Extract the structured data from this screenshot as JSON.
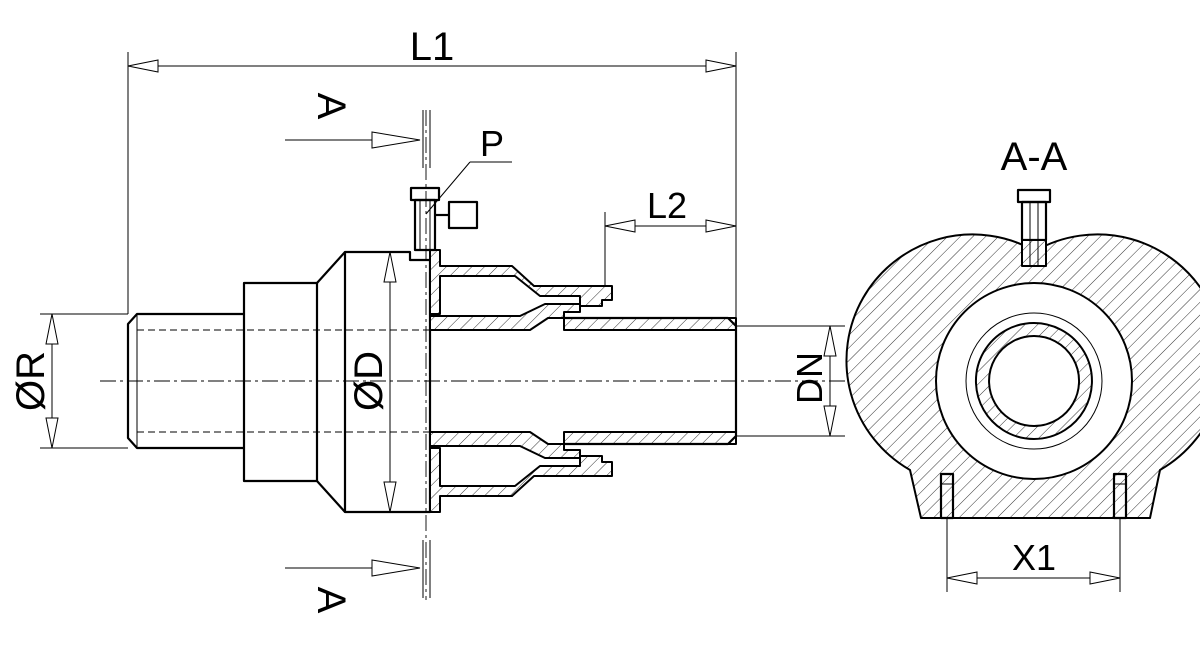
{
  "labels": {
    "overall_length": "L1",
    "spigot_length": "L2",
    "thread_diameter": "ØR",
    "body_diameter": "ØD",
    "nominal_diameter": "DN",
    "test_port": "P",
    "section_mark": "A",
    "section_title": "A-A",
    "mount_spacing": "X1"
  },
  "colors": {
    "line": "#000000",
    "background": "#ffffff"
  }
}
